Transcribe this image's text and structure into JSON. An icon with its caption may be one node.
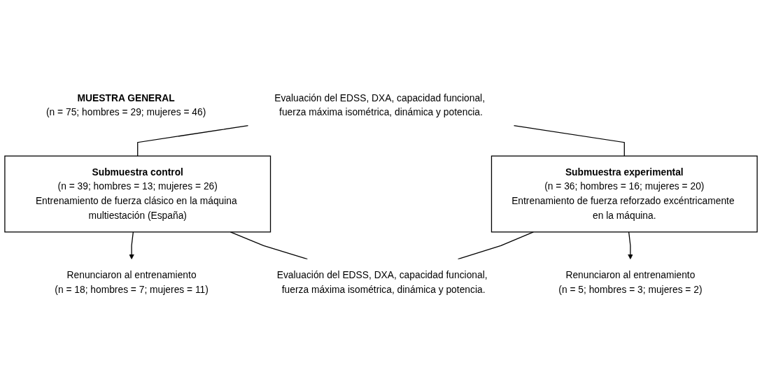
{
  "diagram": {
    "nodes": [
      {
        "text": [
          "MUESTRA GENERAL",
          "(n = 75; hombres = 29; mujeres = 46)"
        ]
      },
      {
        "text": [
          "Evaluación del EDSS, DXA, capacidad funcional, fuerza máxima isométrica, dinámica y potencia."
        ]
      },
      {
        "text": [
          "Submuestra control",
          "(n = 39; hombres = 13; mujeres = 26)",
          "Entrenamiento de fuerza clásico en la máquina multiestación (España)"
        ]
      },
      {
        "text": [
          "Submuestra experimental",
          "(n = 36; hombres = 16; mujeres = 20)",
          "Entrenamiento de fuerza reforzado excéntricamente en la máquina."
        ]
      },
      {
        "text": [
          "Renunciaron al entrenamiento",
          "(n = 18; hombres = 7; mujeres = 11)"
        ]
      },
      {
        "text": [
          "Renunciaron al entrenamiento",
          "(n = 5; hombres = 3; mujeres = 2)"
        ]
      },
      {
        "text": [
          "Evaluación del EDSS, DXA, capacidad funcional, fuerza máxima isométrica, dinámica y potencia."
        ]
      }
    ],
    "edges": [
      {
        "from": 1,
        "to": 2,
        "arrow": "none"
      },
      {
        "from": 1,
        "to": 3,
        "arrow": "none"
      },
      {
        "from": 2,
        "to": 4,
        "arrow": "to"
      },
      {
        "from": 3,
        "to": 5,
        "arrow": "to"
      },
      {
        "from": 2,
        "to": 6,
        "arrow": "none"
      },
      {
        "from": 3,
        "to": 6,
        "arrow": "none"
      }
    ]
  }
}
